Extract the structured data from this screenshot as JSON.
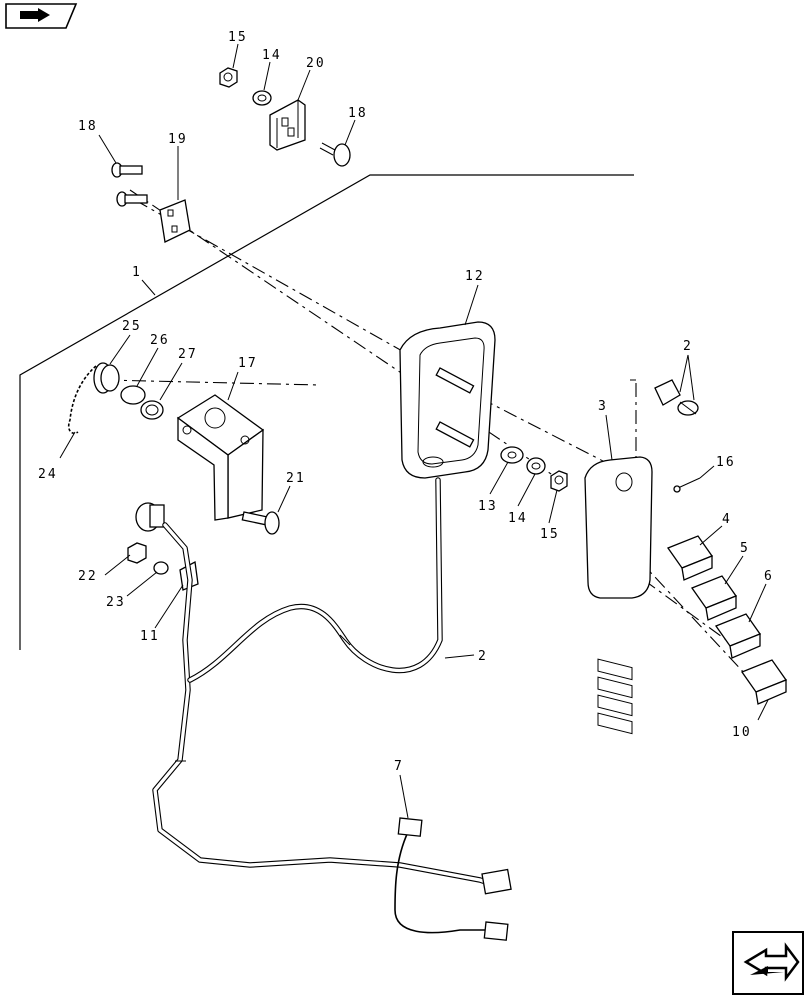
{
  "icons": {
    "top_nav": "arrow-forward-icon",
    "bottom_nav": "next-page-icon"
  },
  "labels": [
    {
      "id": "15a",
      "text": "15"
    },
    {
      "id": "14a",
      "text": "14"
    },
    {
      "id": "20",
      "text": "20"
    },
    {
      "id": "18a",
      "text": "18"
    },
    {
      "id": "18b",
      "text": "18"
    },
    {
      "id": "19",
      "text": "19"
    },
    {
      "id": "1",
      "text": "1"
    },
    {
      "id": "12",
      "text": "12"
    },
    {
      "id": "25",
      "text": "25"
    },
    {
      "id": "26",
      "text": "26"
    },
    {
      "id": "27",
      "text": "27"
    },
    {
      "id": "17",
      "text": "17"
    },
    {
      "id": "2a",
      "text": "2"
    },
    {
      "id": "3",
      "text": "3"
    },
    {
      "id": "16",
      "text": "16"
    },
    {
      "id": "24",
      "text": "24"
    },
    {
      "id": "21",
      "text": "21"
    },
    {
      "id": "13",
      "text": "13"
    },
    {
      "id": "14b",
      "text": "14"
    },
    {
      "id": "15b",
      "text": "15"
    },
    {
      "id": "4",
      "text": "4"
    },
    {
      "id": "5",
      "text": "5"
    },
    {
      "id": "6",
      "text": "6"
    },
    {
      "id": "22",
      "text": "22"
    },
    {
      "id": "23",
      "text": "23"
    },
    {
      "id": "11",
      "text": "11"
    },
    {
      "id": "2b",
      "text": "2"
    },
    {
      "id": "10",
      "text": "10"
    },
    {
      "id": "7",
      "text": "7"
    }
  ]
}
